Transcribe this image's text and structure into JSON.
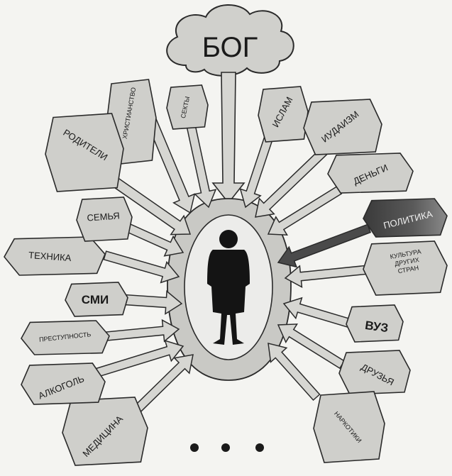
{
  "diagram": {
    "center_label": "",
    "top": "БОГ",
    "labels": {
      "khristianstvo": "ХРИСТИАНСТВО",
      "sekty": "СЕКТЫ",
      "islam": "ИСЛАМ",
      "iudaizm": "ИУДАИЗМ",
      "dengi": "ДЕНЬГИ",
      "politika": "ПОЛИТИКА",
      "kultura_1": "КУЛЬТУРА",
      "kultura_2": "ДРУГИХ",
      "kultura_3": "СТРАН",
      "vuz": "ВУЗ",
      "druzya": "ДРУЗЬЯ",
      "narkotiki": "НАРКОТИКИ",
      "meditsina": "МЕДИЦИНА",
      "alkogol": "АЛКОГОЛЬ",
      "prestupnost": "ПРЕСТУПНОСТЬ",
      "smi": "СМИ",
      "tekhnika": "ТЕХНИКА",
      "semya": "СЕМЬЯ",
      "roditeli": "РОДИТЕЛИ"
    },
    "ellipsis": "• • •"
  }
}
